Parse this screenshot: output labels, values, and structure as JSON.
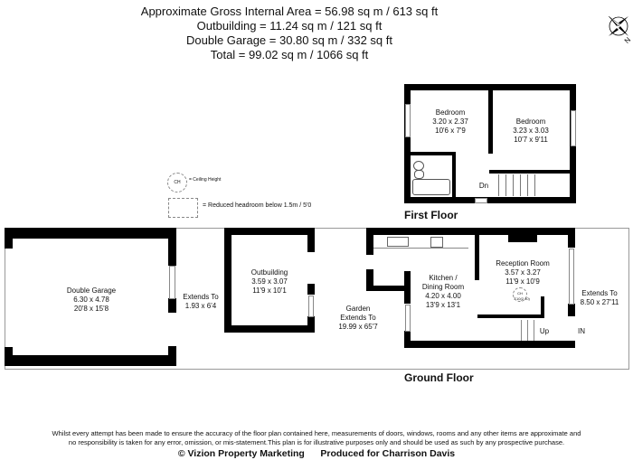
{
  "header": {
    "lines": [
      "Approximate Gross Internal Area = 56.98 sq m / 613 sq ft",
      "Outbuilding = 11.24 sq m / 121 sq ft",
      "Double Garage = 30.80 sq m / 332 sq ft",
      "Total = 99.02 sq m / 1066 sq ft"
    ]
  },
  "compass": {
    "icon": "compass-north-icon",
    "label": "N"
  },
  "legend": {
    "ch_symbol": "CH",
    "ch_text": "= Ceiling Height",
    "reduced_text": "= Reduced headroom below 1.5m / 5'0"
  },
  "first_floor": {
    "title": "First Floor",
    "rooms": [
      {
        "name": "Bedroom",
        "metric": "3.20 x 2.37",
        "imperial": "10'6 x 7'9"
      },
      {
        "name": "Bedroom",
        "metric": "3.23 x 3.03",
        "imperial": "10'7 x 9'11"
      }
    ],
    "stairs_label": "Dn"
  },
  "ground_floor": {
    "title": "Ground Floor",
    "garage": {
      "name": "Double Garage",
      "metric": "6.30 x 4.78",
      "imperial": "20'8 x 15'8"
    },
    "side_passage": {
      "name": "Extends To",
      "metric": "1.93 x 6'4"
    },
    "outbuilding": {
      "name": "Outbuilding",
      "metric": "3.59 x 3.07",
      "imperial": "11'9 x 10'1"
    },
    "garden": {
      "name": "Garden",
      "line2": "Extends To",
      "metric": "19.99 x 65'7"
    },
    "kitchen": {
      "name": "Kitchen /",
      "line2": "Dining Room",
      "metric": "4.20 x 4.00",
      "imperial": "13'9 x 13'1"
    },
    "reception": {
      "name": "Reception Room",
      "metric": "3.57 x 3.27",
      "imperial": "11'9 x 10'9",
      "ch": "CH",
      "ch_value": "7'10(2.40)"
    },
    "front": {
      "name": "Extends To",
      "metric": "8.50 x 27'11"
    },
    "stairs_label": "Up",
    "entrance_label": "IN"
  },
  "footer": {
    "disclaimer_1": "Whilst every attempt has been made to ensure the accuracy of the floor plan contained here, measurements of doors, windows, rooms and any other items are approximate and",
    "disclaimer_2": "no responsibility is taken for any error, omission, or mis-statement.This plan is for illustrative purposes only and should be used as such by any prospective purchase.",
    "copyright": "© Vizion Property Marketing",
    "produced": "Produced for Charrison Davis"
  }
}
